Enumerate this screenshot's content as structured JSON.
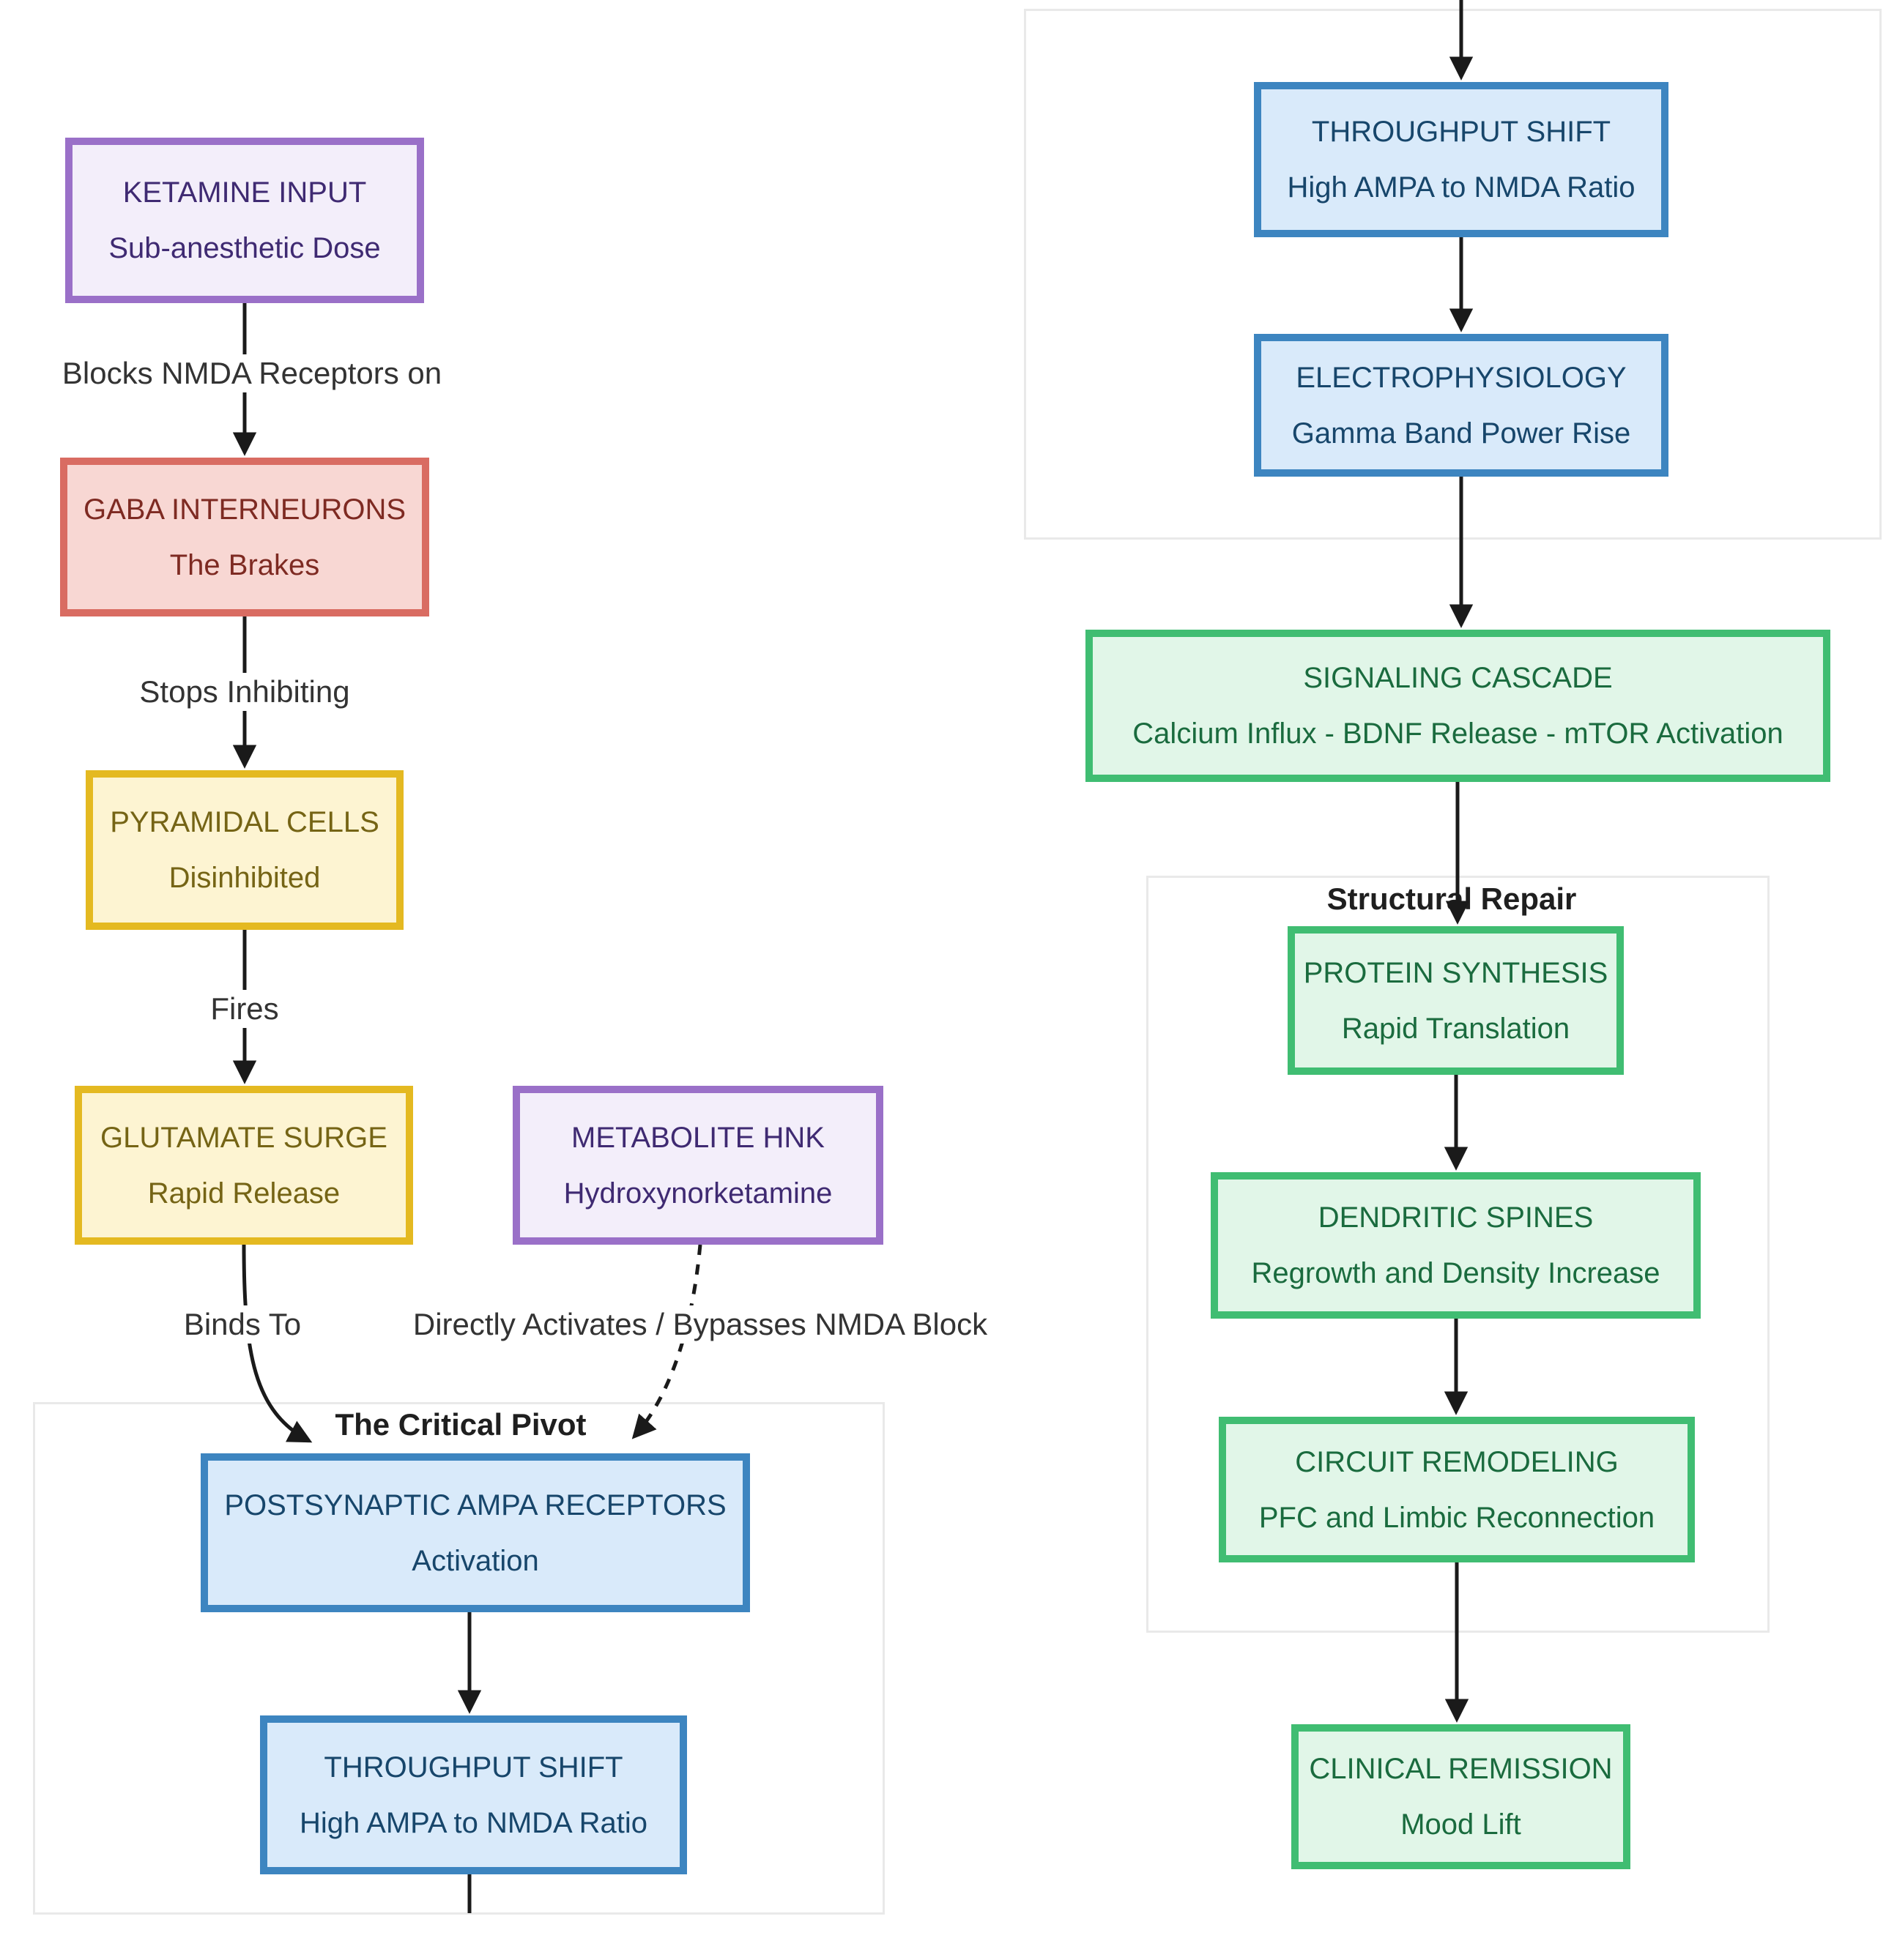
{
  "diagram_title": "Ketamine mechanism flowchart",
  "palette": {
    "purple": {
      "bg": "#f3eefa",
      "border": "#9a70c8",
      "text": "#3f2a72"
    },
    "red": {
      "bg": "#f8d7d3",
      "border": "#d96c62",
      "text": "#7e2a22"
    },
    "yellow": {
      "bg": "#fdf4d2",
      "border": "#e4b921",
      "text": "#756415"
    },
    "blue": {
      "bg": "#d9eafa",
      "border": "#3d85c0",
      "text": "#17466b"
    },
    "green": {
      "bg": "#e1f6e8",
      "border": "#40bd72",
      "text": "#1a6b3e"
    }
  },
  "colors": {
    "edge": "#1a1a1a",
    "subgraph_border": "#e9e9e9",
    "edge_label_text": "#333333",
    "background": "#ffffff"
  },
  "nodes": {
    "ketamine": {
      "title": "KETAMINE INPUT",
      "subtitle": "Sub-anesthetic Dose"
    },
    "gaba": {
      "title": "GABA INTERNEURONS",
      "subtitle": "The Brakes"
    },
    "pyramidal": {
      "title": "PYRAMIDAL CELLS",
      "subtitle": "Disinhibited"
    },
    "glutamate": {
      "title": "GLUTAMATE SURGE",
      "subtitle": "Rapid Release"
    },
    "metabolite": {
      "title": "METABOLITE HNK",
      "subtitle": "Hydroxynorketamine"
    },
    "ampa": {
      "title": "POSTSYNAPTIC AMPA RECEPTORS",
      "subtitle": "Activation"
    },
    "throughput_left": {
      "title": "THROUGHPUT SHIFT",
      "subtitle": "High AMPA to NMDA Ratio"
    },
    "throughput_right": {
      "title": "THROUGHPUT SHIFT",
      "subtitle": "High AMPA to NMDA Ratio"
    },
    "electrophysiology": {
      "title": "ELECTROPHYSIOLOGY",
      "subtitle": "Gamma Band Power Rise"
    },
    "signaling": {
      "title": "SIGNALING CASCADE",
      "subtitle": "Calcium Influx - BDNF Release - mTOR Activation"
    },
    "protein": {
      "title": "PROTEIN SYNTHESIS",
      "subtitle": "Rapid Translation"
    },
    "dendritic": {
      "title": "DENDRITIC SPINES",
      "subtitle": "Regrowth and Density Increase"
    },
    "circuit": {
      "title": "CIRCUIT REMODELING",
      "subtitle": "PFC and Limbic Reconnection"
    },
    "clinical": {
      "title": "CLINICAL REMISSION",
      "subtitle": "Mood Lift"
    }
  },
  "edge_labels": {
    "blocks": "Blocks NMDA Receptors on",
    "stops": "Stops Inhibiting",
    "fires": "Fires",
    "binds": "Binds To",
    "directly": "Directly Activates / Bypasses NMDA Block"
  },
  "subgraphs": {
    "critical_pivot": "The Critical Pivot",
    "structural_repair": "Structural Repair"
  }
}
